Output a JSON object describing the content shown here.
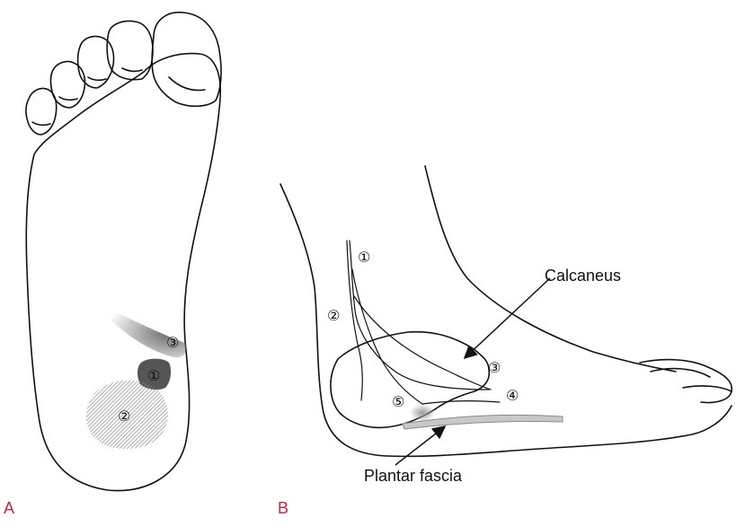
{
  "panels": {
    "a_letter": "A",
    "b_letter": "B"
  },
  "panel_a": {
    "markers": [
      "①",
      "②",
      "③"
    ]
  },
  "panel_b": {
    "labels": {
      "calcaneus": "Calcaneus",
      "plantar_fascia": "Plantar fascia"
    },
    "markers": [
      "①",
      "②",
      "③",
      "④",
      "⑤"
    ]
  },
  "colors": {
    "letter": "#d0213a",
    "shading_dark": "#555555",
    "shading_mid": "#8a8a8a",
    "fascia": "#c8c8c8",
    "line": "#111111"
  }
}
